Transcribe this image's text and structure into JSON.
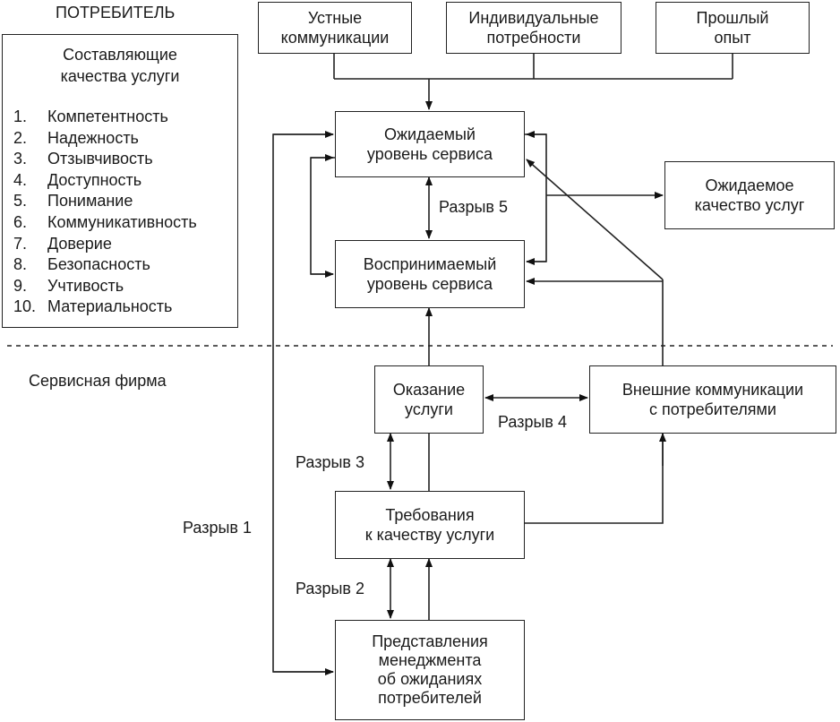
{
  "consumer": {
    "heading": "ПОТРЕБИТЕЛЬ",
    "panel_title_line1": "Составляющие",
    "panel_title_line2": "качества услуги",
    "quality_items": [
      {
        "num": "1.",
        "label": "Компетентность"
      },
      {
        "num": "2.",
        "label": "Надежность"
      },
      {
        "num": "3.",
        "label": "Отзывчивость"
      },
      {
        "num": "4.",
        "label": "Доступность"
      },
      {
        "num": "5.",
        "label": "Понимание"
      },
      {
        "num": "6.",
        "label": "Коммуникативность"
      },
      {
        "num": "7.",
        "label": "Доверие"
      },
      {
        "num": "8.",
        "label": "Безопасность"
      },
      {
        "num": "9.",
        "label": "Учтивость"
      },
      {
        "num": "10.",
        "label": "Материальность"
      }
    ]
  },
  "firm_label": "Сервисная фирма",
  "boxes": {
    "word_of_mouth": {
      "line1": "Устные",
      "line2": "коммуникации"
    },
    "personal_needs": {
      "line1": "Индивидуальные",
      "line2": "потребности"
    },
    "past_experience": {
      "line1": "Прошлый",
      "line2": "опыт"
    },
    "expected_service": {
      "line1": "Ожидаемый",
      "line2": "уровень сервиса"
    },
    "perceived_service": {
      "line1": "Воспринимаемый",
      "line2": "уровень сервиса"
    },
    "expected_quality": {
      "line1": "Ожидаемое",
      "line2": "качество услуг"
    },
    "service_delivery": {
      "line1": "Оказание",
      "line2": "услуги"
    },
    "external_comm": {
      "line1": "Внешние коммуникации",
      "line2": "с потребителями"
    },
    "quality_specs": {
      "line1": "Требования",
      "line2": "к качеству услуги"
    },
    "management_perceptions": {
      "line1": "Представления",
      "line2": "менеджмента",
      "line3": "об ожиданиях",
      "line4": "потребителей"
    }
  },
  "gaps": {
    "gap1": "Разрыв 1",
    "gap2": "Разрыв 2",
    "gap3": "Разрыв 3",
    "gap4": "Разрыв 4",
    "gap5": "Разрыв 5"
  }
}
